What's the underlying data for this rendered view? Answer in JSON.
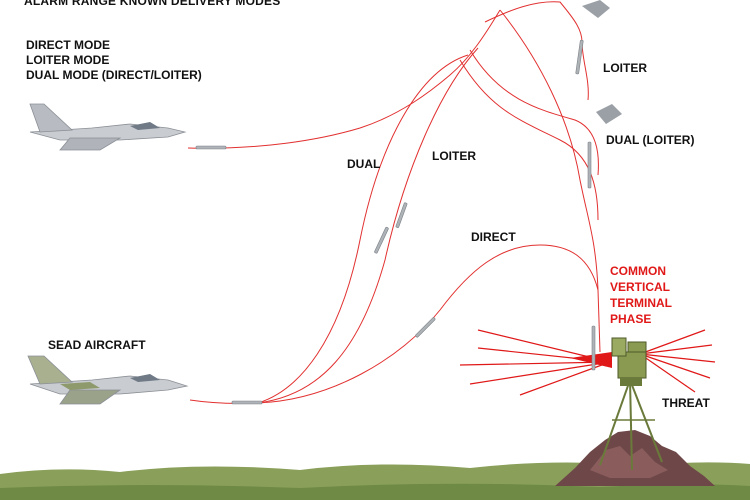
{
  "title": "ALARM RANGE KNOWN DELIVERY MODES",
  "modes": [
    "DIRECT MODE",
    "LOITER MODE",
    "DUAL MODE (DIRECT/LOITER)"
  ],
  "labels": {
    "sead_aircraft": "SEAD AIRCRAFT",
    "dual": "DUAL",
    "loiter_path": "LOITER",
    "direct": "DIRECT",
    "loiter_right": "LOITER",
    "dual_loiter": "DUAL (LOITER)",
    "terminal_phase": [
      "COMMON",
      "VERTICAL",
      "TERMINAL",
      "PHASE"
    ],
    "threat": "THREAT"
  },
  "colors": {
    "trajectory": "#e23030",
    "emphasis_text": "#e01818",
    "ground": "#8aa05a",
    "mound": "#6e4848",
    "aircraft": "#c9ccd1"
  },
  "icons": [
    "aircraft-icon",
    "missile-icon",
    "parachute-icon",
    "radar-threat-icon"
  ]
}
